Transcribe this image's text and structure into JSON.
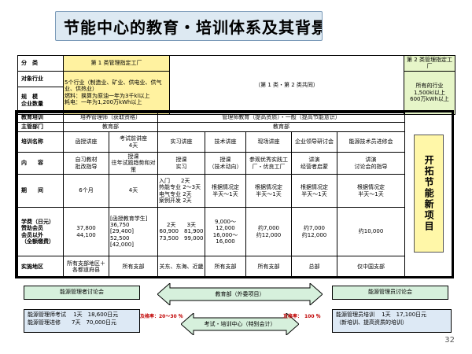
{
  "title": "节能中心的教育・培训体系及其背景",
  "top_rows": {
    "labels": [
      "分　类",
      "对象行业",
      "规　模\n企业数量"
    ],
    "class1_header": "第 1 类管理指定工厂",
    "class1_body": "5个行业（制造业、矿业、供电业、供气业、供热业）\n燃料：换算为原油一年为3千kl以上\n耗电：一年为1,200万kWh以上",
    "common": "（第 1 类・第 2 类共同）",
    "class2_header": "第 2 类管理指定工厂",
    "class2_body": "所有的行业\n1,500kl以上\n600万kWh以上"
  },
  "main": {
    "row_labels": [
      "教育培训",
      "主管部门",
      "培训名称",
      "内　　容",
      "期　　间",
      "学费（日元）\n赞助会员\n会员以外\n（全额缴费）",
      "实施地区"
    ],
    "edu_a": "培养管理师（获取资格）",
    "edu_b": "管理师教育（提高资质）・一般（提高节能意识）",
    "dept_a": "教育部",
    "dept_b": "教育部",
    "courses": [
      "函授讲座",
      "考试前讲座\n4天",
      "实习讲座",
      "技术讲座",
      "现场讲座",
      "企业领导研讨会",
      "能源技术员进修会"
    ],
    "contents": [
      "自习教材\n批改指导",
      "授课\n往年试题趋势和对策",
      "授课\n实习",
      "授课\n（技术动向）",
      "参观优秀实践工厂・优良工厂",
      "讲演\n经营者启蒙",
      "讲演\n讨论会的指导"
    ],
    "periods": [
      "6个月",
      "4天",
      "入门　　2天\n热能专业 2～3天\n电气专业 2天\n案例开发 2天",
      "根据情况定\n半天～1天",
      "根据情况定\n半天～1天",
      "根据情况定\n半天～1天",
      "根据情况定\n半天～1天"
    ],
    "fees": [
      "37,800\n44,100",
      "[函授教育学生]\n36,750\n[29,400]\n52,500\n[42,000]",
      "2天　　3天\n60,900　81,900\n73,500　99,000",
      "9,000～\n12,000\n16,000～\n16,000",
      "约7,000\n约12,000",
      "约7,000\n约12,000",
      "约10,000"
    ],
    "regions": [
      "所有支部地区＋各都道府县",
      "所有支部",
      "关东、东海、近畿",
      "所有支部",
      "所有支部",
      "总部",
      "仅中国支部"
    ]
  },
  "side_label": "开拓节能新项目",
  "bottom": {
    "left_forum": "能源管理者讨论会",
    "right_forum": "能源管理员讨论会",
    "edu_dept": "教育部（外委项目）",
    "exam_center": "考试・培训中心（特别会计）",
    "left_stats": "能源管理师考试　 1天　18,600日元\n能源管理进修　　7天　70,000日元",
    "right_stats": "能源管理员培训　 1天　17,100日元\n（新培训、提高资质的培训）",
    "pass_left": "及格率：20～30 ％",
    "pass_right": "及格率：　100 ％"
  },
  "page_number": "32"
}
